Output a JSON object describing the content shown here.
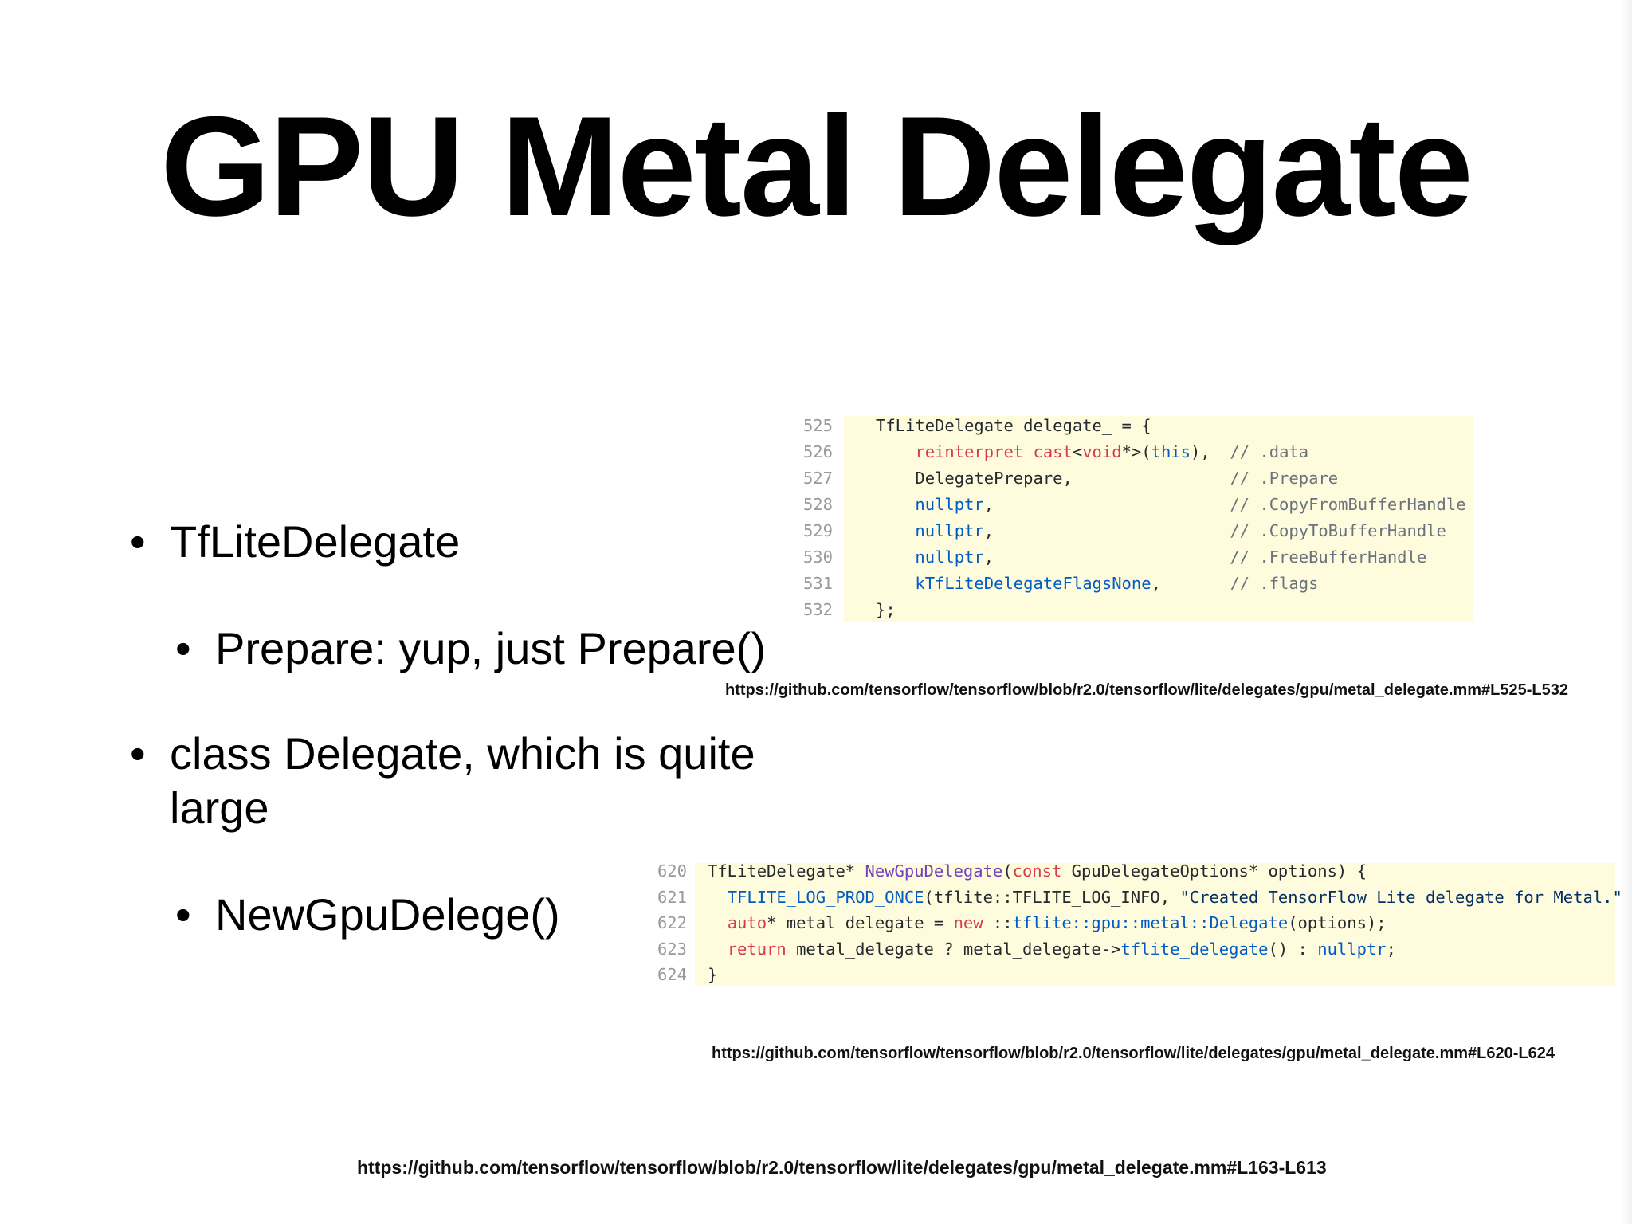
{
  "title": "GPU Metal Delegate",
  "bullet_glyph": "•",
  "bullets": [
    "TfLiteDelegate",
    "Prepare: yup, just Prepare()",
    "class Delegate, which is quite large",
    "NewGpuDelege()"
  ],
  "code1": {
    "lines": [
      {
        "num": "525",
        "parts": [
          {
            "t": "TfLiteDelegate delegate_ = {"
          }
        ]
      },
      {
        "num": "526",
        "parts": [
          {
            "t": "    "
          },
          {
            "t": "reinterpret_cast",
            "c": "kw-red"
          },
          {
            "t": "<"
          },
          {
            "t": "void",
            "c": "kw-red"
          },
          {
            "t": "*>("
          },
          {
            "t": "this",
            "c": "kw-blue"
          },
          {
            "t": "),  "
          },
          {
            "t": "// .data_",
            "c": "cm"
          }
        ]
      },
      {
        "num": "527",
        "parts": [
          {
            "t": "    DelegatePrepare,                "
          },
          {
            "t": "// .Prepare",
            "c": "cm"
          }
        ]
      },
      {
        "num": "528",
        "parts": [
          {
            "t": "    "
          },
          {
            "t": "nullptr",
            "c": "kw-blue"
          },
          {
            "t": ",                        "
          },
          {
            "t": "// .CopyFromBufferHandle",
            "c": "cm"
          }
        ]
      },
      {
        "num": "529",
        "parts": [
          {
            "t": "    "
          },
          {
            "t": "nullptr",
            "c": "kw-blue"
          },
          {
            "t": ",                        "
          },
          {
            "t": "// .CopyToBufferHandle",
            "c": "cm"
          }
        ]
      },
      {
        "num": "530",
        "parts": [
          {
            "t": "    "
          },
          {
            "t": "nullptr",
            "c": "kw-blue"
          },
          {
            "t": ",                        "
          },
          {
            "t": "// .FreeBufferHandle",
            "c": "cm"
          }
        ]
      },
      {
        "num": "531",
        "parts": [
          {
            "t": "    "
          },
          {
            "t": "kTfLiteDelegateFlagsNone",
            "c": "kw-blue"
          },
          {
            "t": ",       "
          },
          {
            "t": "// .flags",
            "c": "cm"
          }
        ]
      },
      {
        "num": "532",
        "parts": [
          {
            "t": "};"
          }
        ]
      }
    ]
  },
  "link1": "https://github.com/tensorflow/tensorflow/blob/r2.0/tensorflow/lite/delegates/gpu/metal_delegate.mm#L525-L532",
  "code2": {
    "lines": [
      {
        "num": "620",
        "parts": [
          {
            "t": "TfLiteDelegate* "
          },
          {
            "t": "NewGpuDelegate",
            "c": "kw-purple"
          },
          {
            "t": "("
          },
          {
            "t": "const",
            "c": "kw-red"
          },
          {
            "t": " GpuDelegateOptions* options) {"
          }
        ]
      },
      {
        "num": "621",
        "parts": [
          {
            "t": "  "
          },
          {
            "t": "TFLITE_LOG_PROD_ONCE",
            "c": "kw-blue"
          },
          {
            "t": "(tflite::TFLITE_LOG_INFO, "
          },
          {
            "t": "\"Created TensorFlow Lite delegate for Metal.\"",
            "c": "str"
          },
          {
            "t": ");"
          }
        ]
      },
      {
        "num": "622",
        "parts": [
          {
            "t": "  "
          },
          {
            "t": "auto",
            "c": "kw-red"
          },
          {
            "t": "* metal_delegate = "
          },
          {
            "t": "new",
            "c": "kw-red"
          },
          {
            "t": " ::"
          },
          {
            "t": "tflite::gpu::metal::Delegate",
            "c": "kw-blue"
          },
          {
            "t": "(options);"
          }
        ]
      },
      {
        "num": "623",
        "parts": [
          {
            "t": "  "
          },
          {
            "t": "return",
            "c": "kw-red"
          },
          {
            "t": " metal_delegate ? metal_delegate->"
          },
          {
            "t": "tflite_delegate",
            "c": "kw-blue"
          },
          {
            "t": "() : "
          },
          {
            "t": "nullptr",
            "c": "kw-blue"
          },
          {
            "t": ";"
          }
        ]
      },
      {
        "num": "624",
        "parts": [
          {
            "t": "}"
          }
        ]
      }
    ]
  },
  "link2": "https://github.com/tensorflow/tensorflow/blob/r2.0/tensorflow/lite/delegates/gpu/metal_delegate.mm#L620-L624",
  "link3": "https://github.com/tensorflow/tensorflow/blob/r2.0/tensorflow/lite/delegates/gpu/metal_delegate.mm#L163-L613"
}
